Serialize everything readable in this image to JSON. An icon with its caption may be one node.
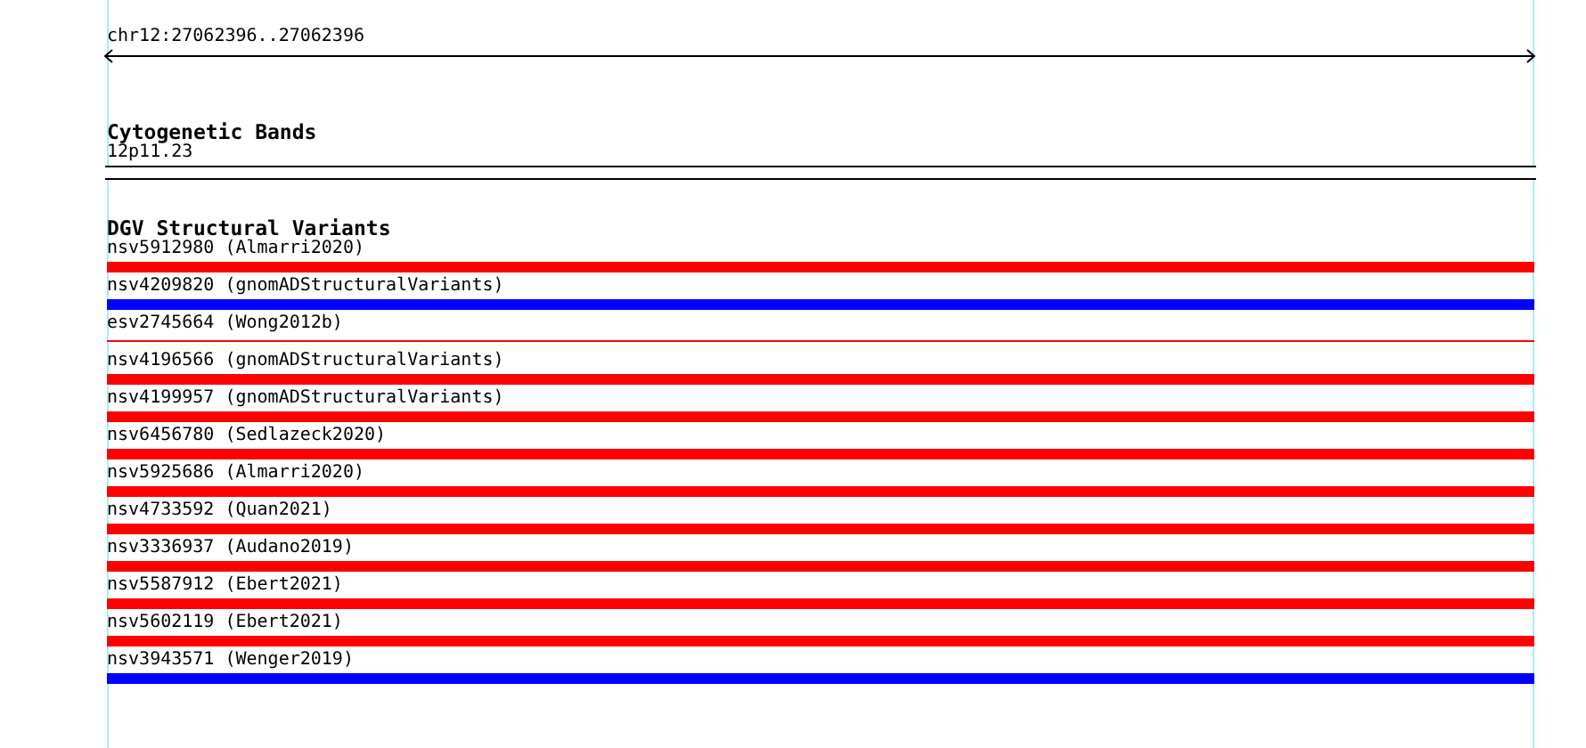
{
  "diagram": {
    "nodes": [
      {
        "text": [
          "12p11.23"
        ]
      },
      {
        "text": [
          "nsv5912980 (Almarri2020)"
        ]
      },
      {
        "text": [
          "nsv4209820 (gnomADStructuralVariants)"
        ]
      },
      {
        "text": [
          "esv2745664 (Wong2012b)"
        ]
      },
      {
        "text": [
          "nsv4196566 (gnomADStructuralVariants)"
        ]
      },
      {
        "text": [
          "nsv4199957 (gnomADStructuralVariants)"
        ]
      },
      {
        "text": [
          "nsv6456780 (Sedlazeck2020)"
        ]
      },
      {
        "text": [
          "nsv5925686 (Almarri2020)"
        ]
      },
      {
        "text": [
          "nsv4733592 (Quan2021)"
        ]
      },
      {
        "text": [
          "nsv3336937 (Audano2019)"
        ]
      },
      {
        "text": [
          "nsv5587912 (Ebert2021)"
        ]
      },
      {
        "text": [
          "nsv5602119 (Ebert2021)"
        ]
      },
      {
        "text": [
          "nsv3943571 (Wenger2019)"
        ]
      }
    ],
    "labels": [
      "chr12:27062396..27062396",
      "Cytogenetic Bands",
      "DGV Structural Variants"
    ]
  }
}
